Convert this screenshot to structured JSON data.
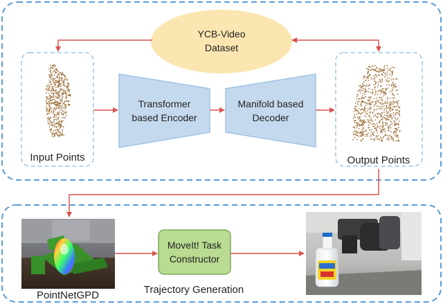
{
  "nodes": {
    "dataset": {
      "line1": "YCB-Video",
      "line2": "Dataset"
    },
    "input_points": "Input Points",
    "encoder": {
      "line1": "Transformer",
      "line2": "based Encoder"
    },
    "decoder": {
      "line1": "Manifold based",
      "line2": "Decoder"
    },
    "output_points": "Output Points",
    "pointnetgpd": "PointNetGPD",
    "moveit": {
      "line1": "MoveIt! Task",
      "line2": "Constructor"
    },
    "trajectory": "Trajectory Generation"
  },
  "colors": {
    "group_border": "#5b9bd5",
    "dashed_node_border": "#9dc3e6",
    "dataset_fill": "#fbe5b0",
    "trapezoid_fill": "#c5d9ee",
    "trapezoid_border": "#9dc3e6",
    "moveit_fill": "#b9db92",
    "moveit_border": "#7fa95c",
    "arrow": "#d9534f",
    "points": "#a0743f"
  }
}
